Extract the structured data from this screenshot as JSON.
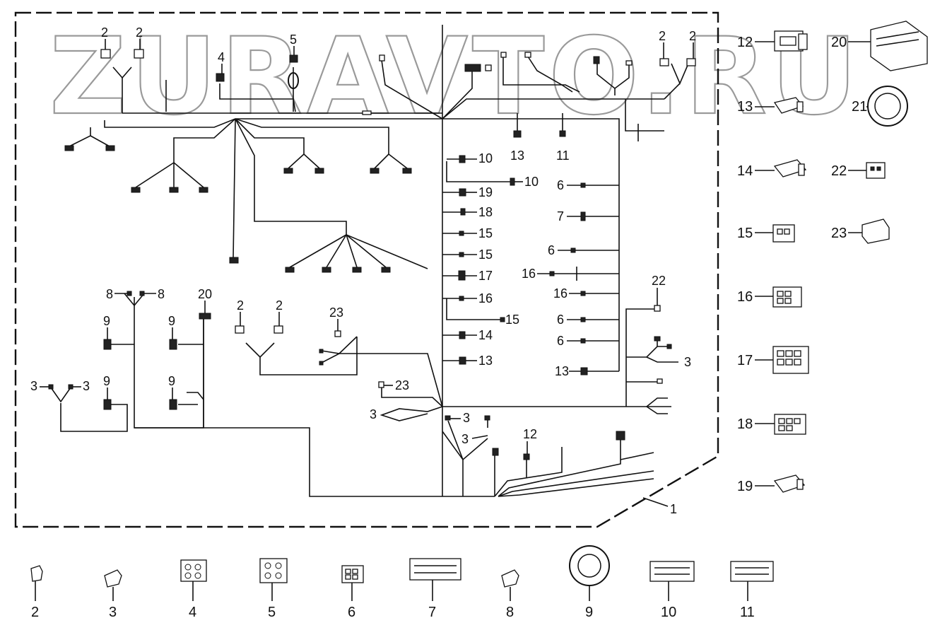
{
  "watermark": "ZURAVTO.RU",
  "diagram": {
    "assembly_label": "1",
    "callouts": [
      "2",
      "2",
      "5",
      "4",
      "2",
      "2",
      "12",
      "20",
      "13",
      "21",
      "10",
      "10",
      "19",
      "18",
      "15",
      "15",
      "17",
      "16",
      "15",
      "14",
      "13",
      "13",
      "11",
      "6",
      "7",
      "6",
      "16",
      "16",
      "6",
      "6",
      "22",
      "3",
      "13",
      "8",
      "8",
      "20",
      "9",
      "9",
      "9",
      "9",
      "2",
      "2",
      "23",
      "3",
      "3",
      "23",
      "3",
      "3",
      "3",
      "12"
    ],
    "side_parts": [
      "12",
      "20",
      "13",
      "21",
      "14",
      "22",
      "15",
      "23",
      "16",
      "17",
      "18",
      "19"
    ],
    "bottom_parts": [
      "2",
      "3",
      "4",
      "5",
      "6",
      "7",
      "8",
      "9",
      "10",
      "11"
    ]
  },
  "colors": {
    "ink": "#111111",
    "watermark": "#9a9a9a",
    "background": "#ffffff"
  }
}
